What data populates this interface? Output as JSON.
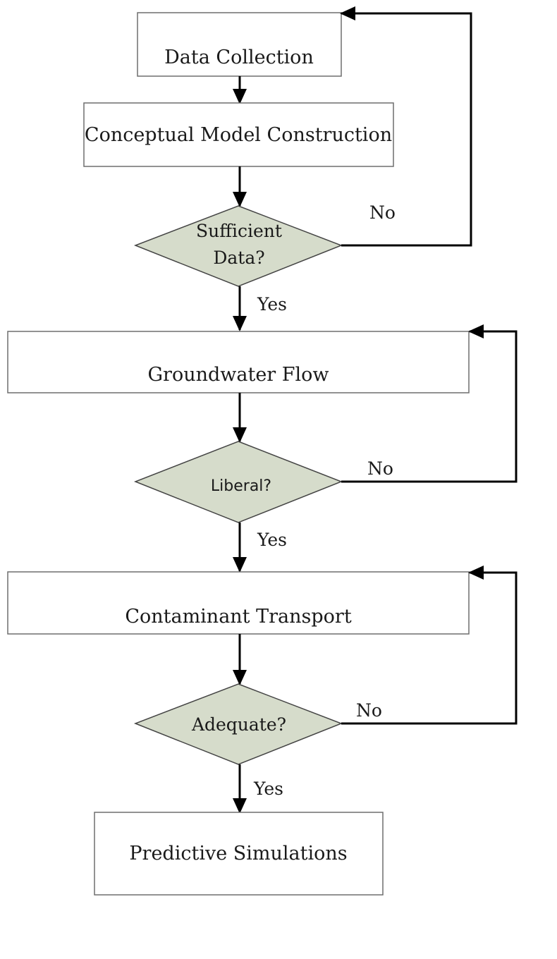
{
  "nodes": {
    "data_collection": {
      "label": "Data Collection"
    },
    "conceptual_model": {
      "label": "Conceptual Model Construction"
    },
    "sufficient_data": {
      "line1": "Sufficient",
      "line2": "Data?"
    },
    "groundwater_flow": {
      "label": "Groundwater Flow"
    },
    "liberal": {
      "label": "Liberal?"
    },
    "contaminant_transport": {
      "label": "Contaminant Transport"
    },
    "adequate": {
      "label": "Adequate?"
    },
    "predictive_simulations": {
      "label": "Predictive Simulations"
    }
  },
  "edges": {
    "sufficient_no": "No",
    "sufficient_yes": "Yes",
    "liberal_no": "No",
    "liberal_yes": "Yes",
    "adequate_no": "No",
    "adequate_yes": "Yes"
  },
  "colors": {
    "diamond_fill": "#d6dccb",
    "box_fill": "#ffffff",
    "line": "#000000"
  }
}
